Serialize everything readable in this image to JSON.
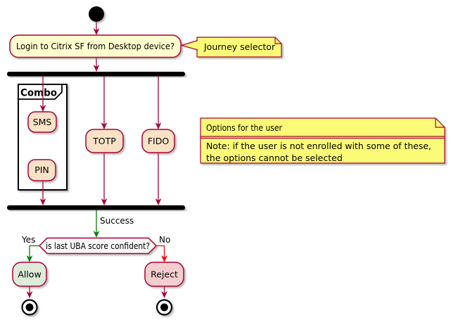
{
  "diagram": {
    "nodes": {
      "login": "Login to Citrix SF from Desktop device?",
      "sms": "SMS",
      "pin": "PIN",
      "totp": "TOTP",
      "fido": "FIDO",
      "allow": "Allow",
      "reject": "Reject"
    },
    "partition": {
      "label": "Combo"
    },
    "decision": {
      "question": "is last UBA score confident?"
    },
    "branch_labels": {
      "yes": "Yes",
      "no": "No",
      "success": "Success"
    },
    "notes": {
      "journey_selector": {
        "text": "Journey selector"
      },
      "options": {
        "title": "Options for the user",
        "body": [
          "Note: if the user is not enrolled with some of these,",
          "the options cannot be selected"
        ]
      }
    },
    "colors": {
      "edge": "#A80036",
      "activity_fill": "#FEFECE",
      "option_fill": "#FAE2C6",
      "allow_fill": "#DDEBD8",
      "reject_fill": "#F4CECE",
      "decision_fill": "#F8F8F8",
      "note_fill": "#FBFB77",
      "success_edge": "#008000",
      "no_edge": "#FF0000",
      "bar_fill": "#000000"
    }
  }
}
